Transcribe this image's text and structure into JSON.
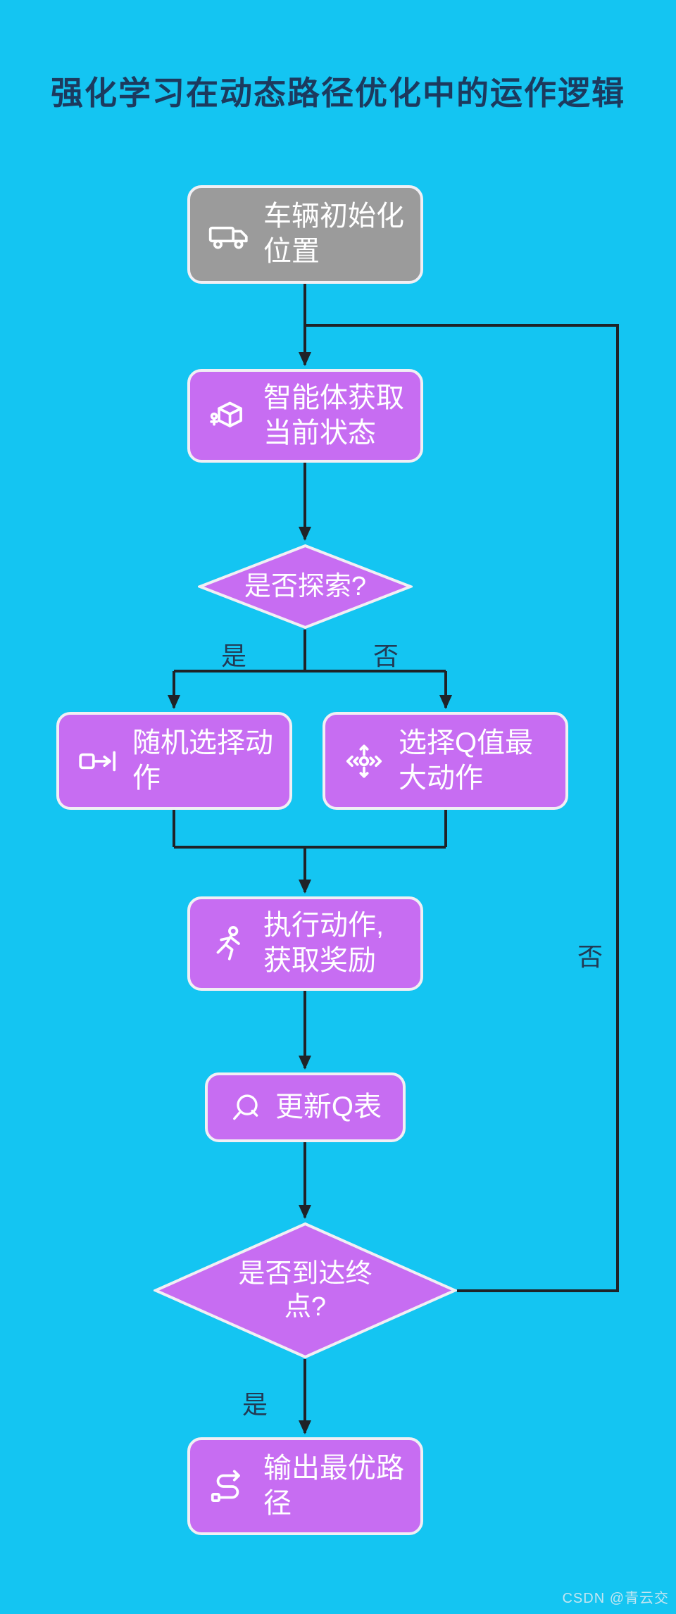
{
  "title": "强化学习在动态路径优化中的运作逻辑",
  "watermark": "CSDN @青云交",
  "colors": {
    "background": "#14C5F2",
    "node_purple": "#C76DF2",
    "node_gray": "#9B9B9B",
    "node_border": "#F1EFF4",
    "connector": "#1F2328",
    "title_text": "#1C3A5E",
    "node_text": "#FFFFFF"
  },
  "nodes": {
    "start": {
      "label": "车辆初始化位置",
      "icon": "vehicle-icon"
    },
    "get_state": {
      "label": "智能体获取当前状态",
      "icon": "agent-cube-icon"
    },
    "explore": {
      "label": "是否探索?"
    },
    "random_action": {
      "label": "随机选择动作",
      "icon": "random-action-icon"
    },
    "max_q": {
      "label": "选择Q值最大动作",
      "icon": "max-q-icon"
    },
    "execute": {
      "label": "执行动作,获取奖励",
      "icon": "run-icon"
    },
    "update_q": {
      "label": "更新Q表",
      "icon": "q-search-icon"
    },
    "reach_end": {
      "label": "是否到达终点?"
    },
    "output": {
      "label": "输出最优路径",
      "icon": "path-icon"
    }
  },
  "edge_labels": {
    "explore_yes": "是",
    "explore_no": "否",
    "loop_no": "否",
    "end_yes": "是"
  }
}
